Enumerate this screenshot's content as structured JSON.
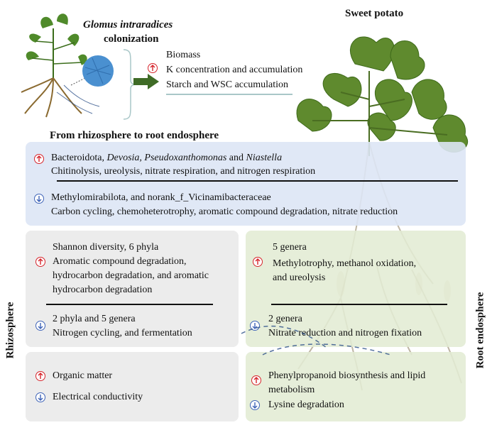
{
  "top": {
    "species": "Glomus intraradices",
    "colonization": "colonization",
    "plant_name": "Sweet potato",
    "effects": [
      "Biomass",
      "K concentration and accumulation",
      "Starch and WSC accumulation"
    ]
  },
  "section_title": "From rhizosphere to root endosphere",
  "endosphere_shift": {
    "up_line1_a": "Bacteroidota, ",
    "up_line1_b": "Devosia, Pseudoxanthomonas",
    "up_line1_c": " and ",
    "up_line1_d": "Niastella",
    "up_line2": "Chitinolysis,  ureolysis, nitrate respiration, and nitrogen respiration",
    "down_line1": "Methylomirabilota, and norank_f_Vicinamibacteraceae",
    "down_line2": "Carbon cycling, chemoheterotrophy, aromatic compound degradation, nitrate reduction"
  },
  "rhizosphere": {
    "label": "Rhizosphere",
    "up_lines": [
      "Shannon diversity, 6 phyla",
      "Aromatic compound degradation,",
      "hydrocarbon degradation, and aromatic",
      "hydrocarbon degradation"
    ],
    "down_lines": [
      "2 phyla and 5 genera",
      "Nitrogen cycling, and fermentation"
    ],
    "soil_up": "Organic matter",
    "soil_down": "Electrical conductivity"
  },
  "root_endosphere": {
    "label": "Root endosphere",
    "up_lines": [
      "5 genera",
      "Methylotrophy, methanol oxidation,",
      "and ureolysis"
    ],
    "down_lines": [
      "2 genera",
      "Nitrate reduction and nitrogen fixation"
    ],
    "metab_up_lines": [
      "Phenylpropanoid biosynthesis and lipid",
      "metabolism"
    ],
    "metab_down": "Lysine degradation"
  },
  "colors": {
    "up_arrow": "#d6242b",
    "down_arrow": "#3f64b8",
    "blue_panel": "#dde6f5",
    "grey_panel": "#ececec",
    "green_panel": "#e3ecd4",
    "leaf": "#5f8a2e"
  }
}
